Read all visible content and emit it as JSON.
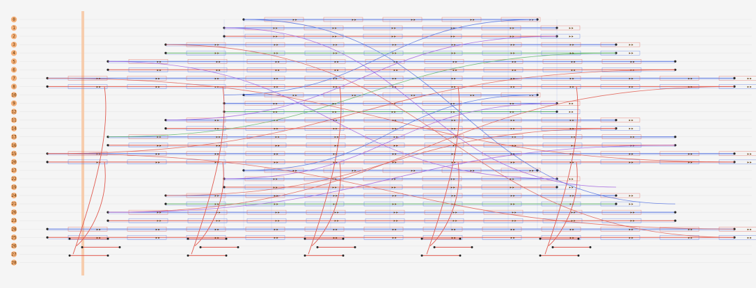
{
  "rows": [
    "0",
    "1",
    "2",
    "3",
    "4",
    "5",
    "6",
    "7",
    "8",
    "10",
    "9",
    "12",
    "11",
    "14",
    "13",
    "16",
    "15",
    "20",
    "17",
    "22",
    "19",
    "24",
    "21",
    "26",
    "23",
    "28",
    "25",
    "26",
    "27",
    "28"
  ],
  "colors": {
    "background": "#f5f5f5",
    "row_badge": "#f4b07a",
    "cursor": "#f7c9a6",
    "grid": "#e6e6e6",
    "blue": "#4f6fe0",
    "red": "#e05a4f",
    "green": "#5fb56a",
    "purple": "#a05ee0",
    "black": "#222222"
  },
  "icons": [
    "node-dot",
    "double-arrow-marker",
    "link-curve"
  ]
}
